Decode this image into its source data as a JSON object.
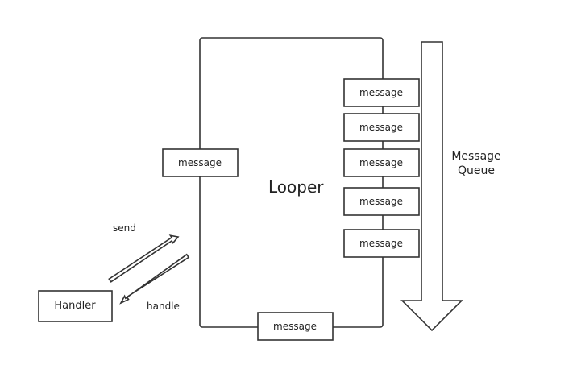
{
  "diagram": {
    "looper": {
      "label": "Looper"
    },
    "message_queue": {
      "label_line1": "Message",
      "label_line2": "Queue"
    },
    "handler": {
      "label": "Handler"
    },
    "arrows": {
      "send_label": "send",
      "handle_label": "handle"
    },
    "message_label": "message",
    "colors": {
      "stroke": "#333333",
      "fill": "#ffffff",
      "text": "#222222"
    }
  }
}
